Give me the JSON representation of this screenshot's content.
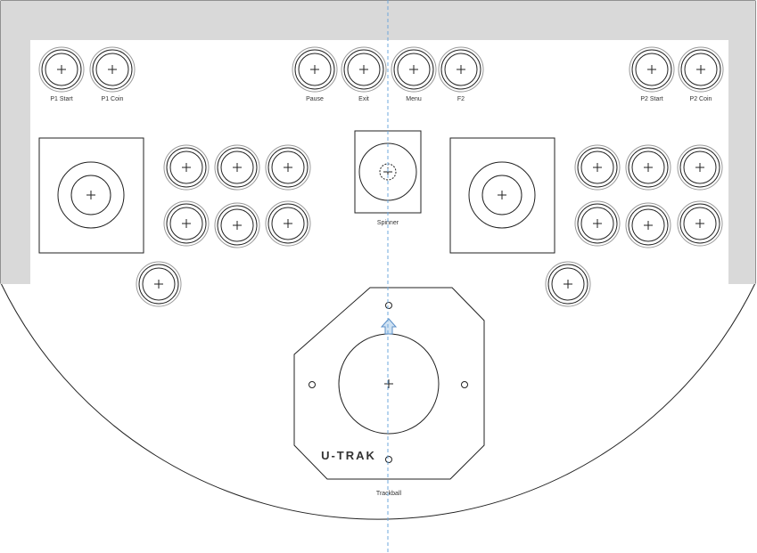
{
  "colors": {
    "outline": "#222222",
    "band": "#d9d9d9",
    "ring": "#999999",
    "centerline": "#6fa8dc",
    "arrow_fill": "#cfe2f3",
    "arrow_stroke": "#5b8fc7",
    "logo": "#c62828"
  },
  "buttons": {
    "p1_start": {
      "label": "P1 Start"
    },
    "p1_coin": {
      "label": "P1 Coin"
    },
    "pause": {
      "label": "Pause"
    },
    "exit": {
      "label": "Exit"
    },
    "menu": {
      "label": "Menu"
    },
    "f2": {
      "label": "F2"
    },
    "p2_start": {
      "label": "P2 Start"
    },
    "p2_coin": {
      "label": "P2 Coin"
    }
  },
  "spinner": {
    "label": "Spinner"
  },
  "trackball": {
    "label": "Trackball",
    "logo": "U-TRAK"
  },
  "icons": {
    "button": "crosshair-icon",
    "up_arrow": "up-arrow-icon"
  }
}
